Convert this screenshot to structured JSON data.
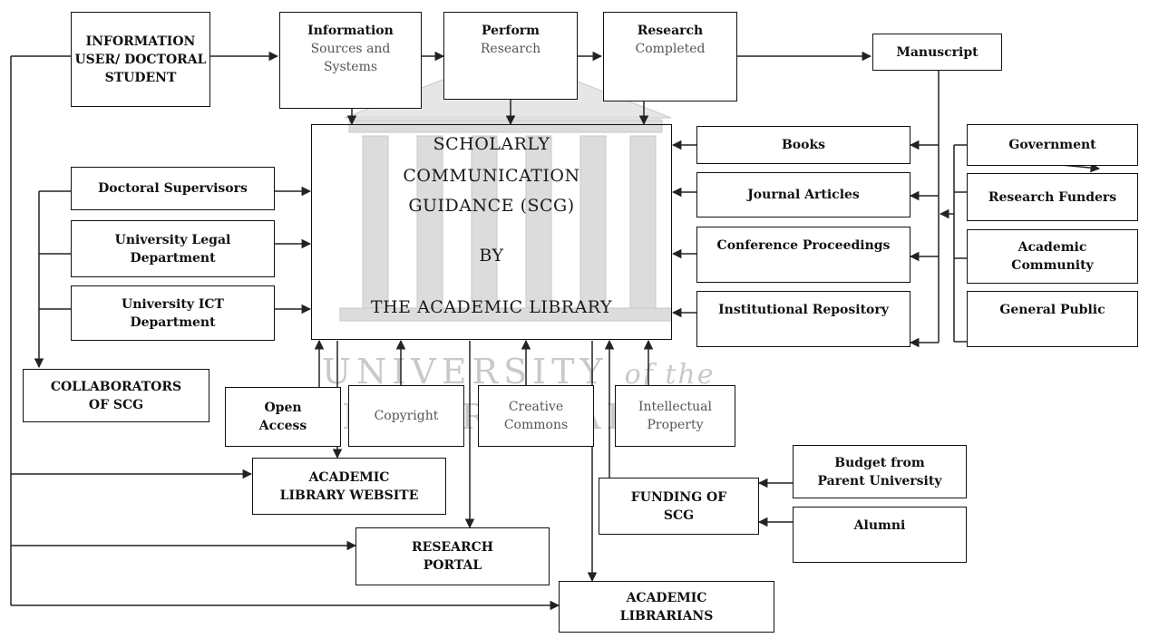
{
  "watermark": {
    "line1": "UNIVERSITY",
    "line1b": "of the",
    "line2": "WESTERN CAPE"
  },
  "center": {
    "l1": "SCHOLARLY",
    "l2": "COMMUNICATION",
    "l3": "GUIDANCE (SCG)",
    "l4": "BY",
    "l5": "THE ACADEMIC LIBRARY"
  },
  "top_row": {
    "info_user": [
      "INFORMATION",
      "USER/ DOCTORAL",
      "STUDENT"
    ],
    "info_sources": [
      "Information",
      "Sources and",
      "Systems"
    ],
    "perform": [
      "Perform",
      "Research"
    ],
    "research_completed": [
      "Research",
      "Completed"
    ],
    "manuscript": "Manuscript"
  },
  "outputs": {
    "books": "Books",
    "journal": "Journal Articles",
    "conference": "Conference Proceedings",
    "repository": "Institutional Repository"
  },
  "stakeholders": {
    "government": "Government",
    "funders": "Research Funders",
    "academic": [
      "Academic",
      "Community"
    ],
    "public": "General Public"
  },
  "left": {
    "supervisors": "Doctoral Supervisors",
    "legal": [
      "University Legal",
      "Department"
    ],
    "ict": [
      "University ICT",
      "Department"
    ],
    "collaborators": [
      "COLLABORATORS",
      "OF SCG"
    ]
  },
  "issues": {
    "open_access": [
      "Open",
      "Access"
    ],
    "copyright": "Copyright",
    "creative": [
      "Creative",
      "Commons"
    ],
    "ip": [
      "Intellectual",
      "Property"
    ]
  },
  "bottom": {
    "website": [
      "ACADEMIC",
      "LIBRARY WEBSITE"
    ],
    "funding": [
      "FUNDING OF",
      "SCG"
    ],
    "budget": [
      "Budget from",
      "Parent University"
    ],
    "alumni": "Alumni",
    "portal": [
      "RESEARCH",
      "PORTAL"
    ],
    "librarians": [
      "ACADEMIC",
      "LIBRARIANS"
    ]
  }
}
